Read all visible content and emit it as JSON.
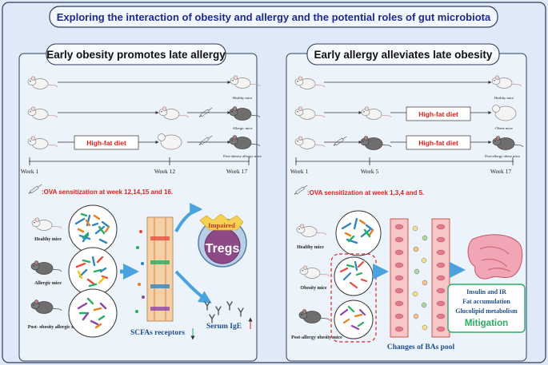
{
  "title": "Exploring the interaction of obesity and allergy and the potential roles of gut microbiota",
  "left_panel": {
    "heading": "Early obesity promotes late allergy",
    "timeline_labels": [
      "Healthy mice",
      "Allergic mice",
      "Post-obesity allergic mice"
    ],
    "diet_label": "High-fat diet",
    "weeks": [
      "Week 1",
      "Week 12",
      "Week 17"
    ],
    "ova_note": ":OVA sensitization at week 12,14,15 and 16.",
    "groups": [
      "Healthy mice",
      "Allergic mice",
      "Post- obesity allergic mice"
    ],
    "impaired": "Impaired",
    "tregs": "Tregs",
    "scfa_label": "SCFAs receptors",
    "ige_label": "Serum IgE"
  },
  "right_panel": {
    "heading": "Early allergy alleviates late obesity",
    "timeline_labels": [
      "Healthy mice",
      "Obese mice",
      "Post-allergy obese mice"
    ],
    "diet_label": "High-fat diet",
    "weeks": [
      "Week 1",
      "Week 5",
      "Week 17"
    ],
    "ova_note": ":OVA sensitization at week 1,3,4 and 5.",
    "groups": [
      "Healthy mice",
      "Obesity mice",
      "Post-allergy obesity mice"
    ],
    "bas_label": "Changes of BAs pool",
    "effects": [
      "Insulin and IR",
      "Fat accumulation",
      "Glucolipid metabolism"
    ],
    "mitigation": "Mitigation"
  },
  "colors": {
    "title_text": "#1a2a8c",
    "panel_border": "#2c3e60",
    "diet_text": "#e0201c",
    "label_blue": "#1f4e8c",
    "arrow_blue": "#4aa3df",
    "tregs_fill": "#8e4a86",
    "mitigation_green": "#27ae60"
  }
}
